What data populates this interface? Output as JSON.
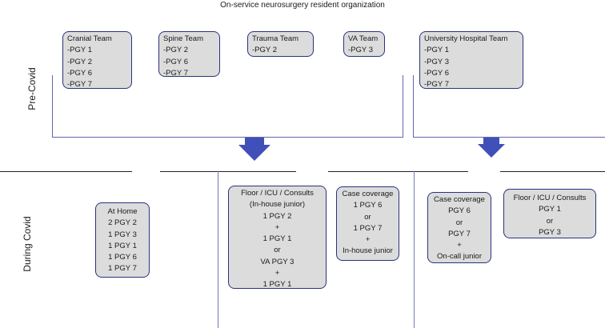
{
  "title": "On-service neurosurgery resident organization",
  "labels": {
    "pre": "Pre-Covid",
    "during": "During Covid"
  },
  "pre_covid": [
    {
      "title": "Cranial Team",
      "items": [
        "-PGY 1",
        "-PGY 2",
        "-PGY 6",
        "-PGY 7"
      ]
    },
    {
      "title": "Spine Team",
      "items": [
        "-PGY 2",
        "-PGY 6",
        "-PGY 7"
      ]
    },
    {
      "title": "Trauma Team",
      "items": [
        "-PGY 2"
      ]
    },
    {
      "title": "VA Team",
      "items": [
        "-PGY 3"
      ]
    },
    {
      "title": "University Hospital Team",
      "items": [
        "-PGY 1",
        "-PGY 3",
        "-PGY 6",
        "-PGY 7"
      ]
    }
  ],
  "during_covid": [
    {
      "lines": [
        "At Home",
        "2 PGY 2",
        "1 PGY 3",
        "1 PGY 1",
        "1 PGY 6",
        "1 PGY 7"
      ]
    },
    {
      "lines": [
        "Floor / ICU / Consults",
        "(In-house junior)",
        "1 PGY 2",
        "+",
        "1 PGY 1",
        "or",
        "VA PGY 3",
        "+",
        "1 PGY 1"
      ]
    },
    {
      "lines": [
        "Case coverage",
        "1 PGY 6",
        "or",
        "1 PGY 7",
        "+",
        "In-house junior"
      ]
    },
    {
      "lines": [
        "Case coverage",
        "PGY 6",
        "or",
        "PGY 7",
        "+",
        "On-call junior"
      ]
    },
    {
      "lines": [
        "Floor / ICU / Consults",
        "PGY 1",
        "or",
        "PGY 3"
      ]
    }
  ],
  "colors": {
    "box_fill": "#dcdcdc",
    "box_border": "#2b3280",
    "arrow": "#4150b8",
    "connector": "#6068b0"
  }
}
